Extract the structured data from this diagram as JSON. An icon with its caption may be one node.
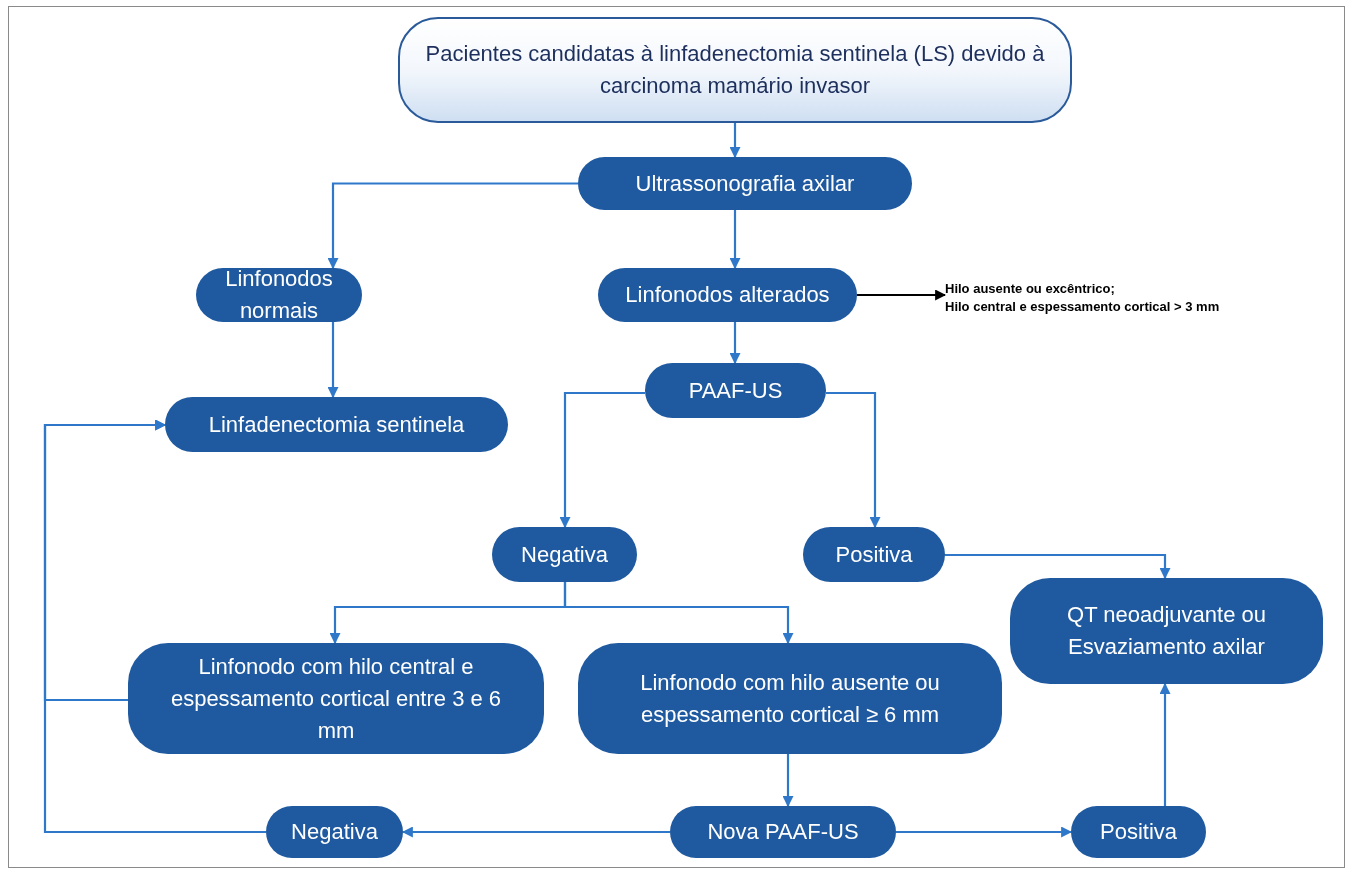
{
  "diagram": {
    "nodes": [
      {
        "text": [
          "Pacientes candidatas à linfadenectomia sentinela (LS) devido à carcinoma mamário invasor"
        ]
      },
      {
        "text": [
          "Ultrassonografia axilar"
        ]
      },
      {
        "text": [
          "Linfonodos normais"
        ]
      },
      {
        "text": [
          "Linfonodos alterados"
        ]
      },
      {
        "text": [
          "Hilo ausente ou excêntrico;",
          "Hilo central e espessamento cortical > 3 mm"
        ]
      },
      {
        "text": [
          "PAAF-US"
        ]
      },
      {
        "text": [
          "Linfadenectomia sentinela"
        ]
      },
      {
        "text": [
          "Negativa"
        ]
      },
      {
        "text": [
          "Positiva"
        ]
      },
      {
        "text": [
          "QT neoadjuvante ou Esvaziamento axilar"
        ]
      },
      {
        "text": [
          "Linfonodo com hilo central e espessamento cortical entre 3 e 6 mm"
        ]
      },
      {
        "text": [
          "Linfonodo com hilo ausente ou espessamento cortical ≥ 6 mm"
        ]
      },
      {
        "text": [
          "Negativa"
        ]
      },
      {
        "text": [
          "Nova PAAF-US"
        ]
      },
      {
        "text": [
          "Positiva"
        ]
      }
    ],
    "edges": [
      {
        "from": 0,
        "to": 1,
        "arrow": "to"
      },
      {
        "from": 1,
        "to": 2,
        "arrow": "to"
      },
      {
        "from": 1,
        "to": 3,
        "arrow": "to"
      },
      {
        "from": 3,
        "to": 4,
        "arrow": "to",
        "color": "#000000"
      },
      {
        "from": 2,
        "to": 6,
        "arrow": "to"
      },
      {
        "from": 3,
        "to": 5,
        "arrow": "to"
      },
      {
        "from": 5,
        "to": 7,
        "arrow": "to"
      },
      {
        "from": 5,
        "to": 8,
        "arrow": "to"
      },
      {
        "from": 8,
        "to": 9,
        "arrow": "to"
      },
      {
        "from": 7,
        "to": 10,
        "arrow": "to"
      },
      {
        "from": 7,
        "to": 11,
        "arrow": "to"
      },
      {
        "from": 11,
        "to": 13,
        "arrow": "to"
      },
      {
        "from": 13,
        "to": 12,
        "arrow": "to"
      },
      {
        "from": 13,
        "to": 14,
        "arrow": "to"
      },
      {
        "from": 14,
        "to": 9,
        "arrow": "to"
      },
      {
        "from": 10,
        "to": 6,
        "arrow": "to"
      },
      {
        "from": 12,
        "to": 6,
        "arrow": "to"
      }
    ]
  }
}
